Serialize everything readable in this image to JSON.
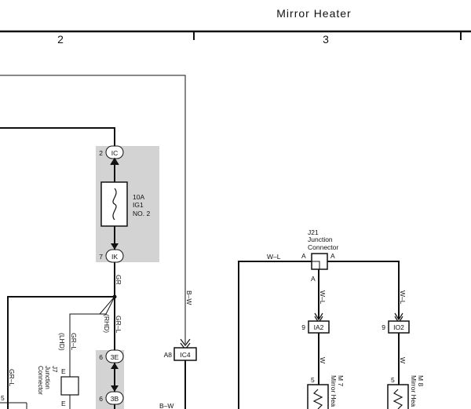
{
  "header": {
    "title": "Mirror Heater",
    "columns": [
      "2",
      "3"
    ]
  },
  "fuse_block": {
    "top_pin": "2",
    "top_connector": "IC",
    "fuse_rating": "10A",
    "fuse_name_1": "IG1",
    "fuse_name_2": "NO. 2",
    "bottom_pin": "7",
    "bottom_connector": "IK"
  },
  "wires": {
    "gr": "GR",
    "gr_l_rhd": "GR–L",
    "rhd": "(RHD)",
    "gr_l_lhd": "GR–L",
    "lhd": "(LHD)",
    "gr_l_left": "GR–L",
    "b_w_vertical": "B–W",
    "b_w_bottom": "B–W",
    "w_l_top": "W–L",
    "w_l_left_branch": "W–L",
    "w_l_right_branch": "W–L",
    "w_left": "W",
    "w_right": "W"
  },
  "junction_j21": {
    "id": "J21",
    "name_1": "Junction",
    "name_2": "Connector",
    "pin_left": "A",
    "pin_right": "A",
    "pin_bottom": "A"
  },
  "junction_j7": {
    "id": "J7",
    "name_1": "Junction",
    "name_2": "Connector",
    "pin_top": "E",
    "pin_bottom": "E"
  },
  "connectors": {
    "ic4_pin": "A8",
    "ic4": "IC4",
    "ia2_pin": "9",
    "ia2": "IA2",
    "io2_pin": "9",
    "io2": "IO2",
    "c3e_pin": "6",
    "c3e": "3E",
    "c3b_pin": "6",
    "c3b": "3B",
    "left_pin": "5"
  },
  "mirrors": {
    "m7_pin": "5",
    "m7_id": "M 7",
    "m7_name": "Mirror Hea",
    "m8_pin": "5",
    "m8_id": "M 8",
    "m8_name": "Mirror Hea"
  }
}
